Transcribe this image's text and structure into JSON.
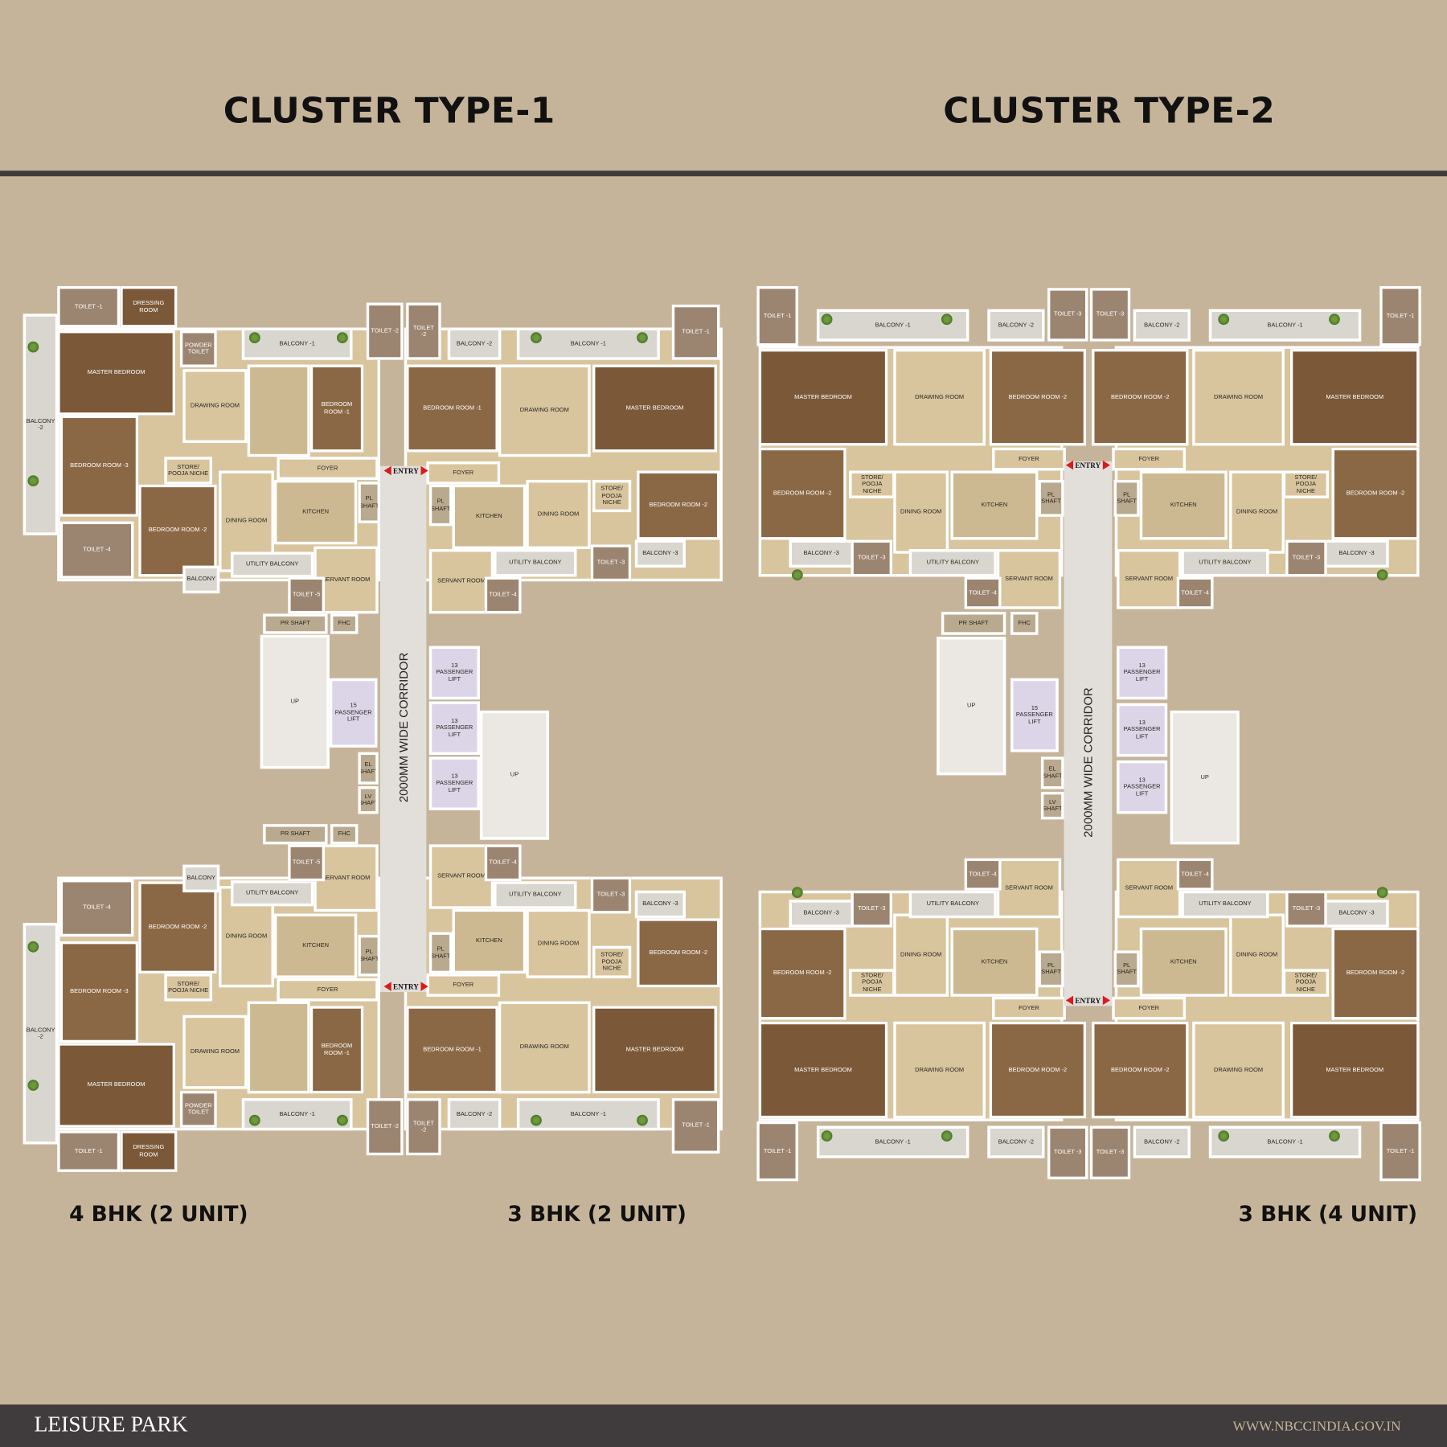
{
  "header": {
    "cluster_1_title": "CLUSTER TYPE-1",
    "cluster_2_title": "CLUSTER TYPE-2"
  },
  "unit_labels": {
    "cluster_1_left": "4 BHK (2 UNIT)",
    "cluster_1_right": "3 BHK (2 UNIT)",
    "cluster_2": "3 BHK (4 UNIT)"
  },
  "footer": {
    "project": "LEISURE PARK",
    "website": "WWW.NBCCINDIA.GOV.IN"
  },
  "rooms": {
    "toilet_1": "TOILET -1",
    "toilet_2": "TOILET -2",
    "toilet_3": "TOILET -3",
    "toilet_4": "TOILET -4",
    "toilet_5": "TOILET -5",
    "dressing_room": "DRESSING ROOM",
    "master_bedroom": "MASTER BEDROOM",
    "powder_toilet": "POWDER TOILET",
    "drawing_room": "DRAWING ROOM",
    "balcony": "BALCONY",
    "balcony_1": "BALCONY -1",
    "balcony_2": "BALCONY -2",
    "balcony_3": "BALCONY -3",
    "bedroom_1": "BEDROOM ROOM -1",
    "bedroom_2": "BEDROOM ROOM -2",
    "bedroom_3": "BEDROOM ROOM -3",
    "store": "STORE/ POOJA NICHE",
    "dining_room": "DINING ROOM",
    "kitchen": "KITCHEN",
    "foyer": "FOYER",
    "utility_balcony": "UTILITY BALCONY",
    "servant_room": "SERVANT ROOM",
    "pl_shaft": "PL SHAFT"
  },
  "core": {
    "corridor": "2000MM WIDE CORRIDOR",
    "entry": "ENTRY",
    "lift_15": "15 PASSENGER LIFT",
    "lift_13": "13 PASSENGER LIFT",
    "up": "UP",
    "el_shaft": "EL SHAFT",
    "lv_shaft": "LV SHAFT",
    "pr_shaft": "PR SHAFT",
    "fhc": "FHC"
  },
  "colors": {
    "background": "#c6b49a",
    "divider": "#3f3b3c",
    "footer": "#403c3d",
    "entry_arrow": "#d81c1c",
    "bedroom_floor": "#8b6845",
    "lift": "#dcd5e8"
  }
}
